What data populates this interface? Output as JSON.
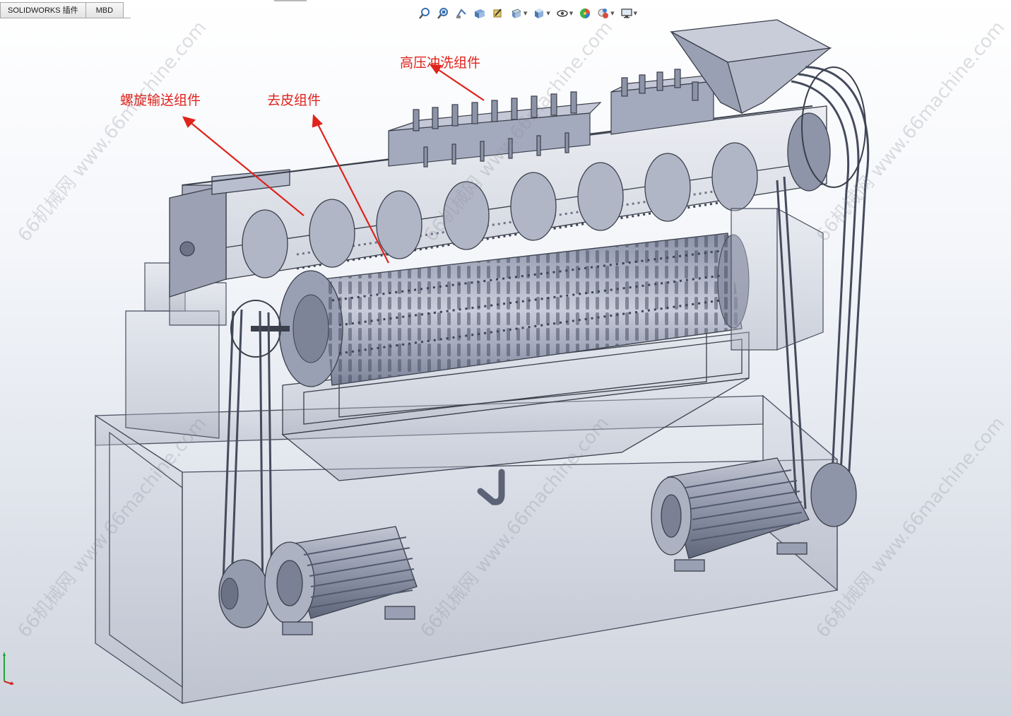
{
  "command_manager": {
    "tabs": [
      {
        "label": "SOLIDWORKS 插件"
      },
      {
        "label": "MBD"
      }
    ]
  },
  "heads_up_toolbar": {
    "icons": [
      "zoom-to-fit-icon",
      "zoom-to-area-icon",
      "previous-view-icon",
      "section-view-icon",
      "dynamic-annotation-icon",
      "view-orientation-icon",
      "display-style-icon",
      "hide-show-items-icon",
      "edit-appearance-icon",
      "apply-scene-icon",
      "view-settings-icon"
    ]
  },
  "annotations": {
    "wash": "高压冲洗组件",
    "screw": "螺旋输送组件",
    "peel": "去皮组件"
  },
  "colors": {
    "callout": "#e0231c",
    "model_edge": "#3a3f4b",
    "model_fill": "#a8aec0"
  },
  "watermarks": {
    "text_a": "66机械网 www.66machine.com"
  }
}
